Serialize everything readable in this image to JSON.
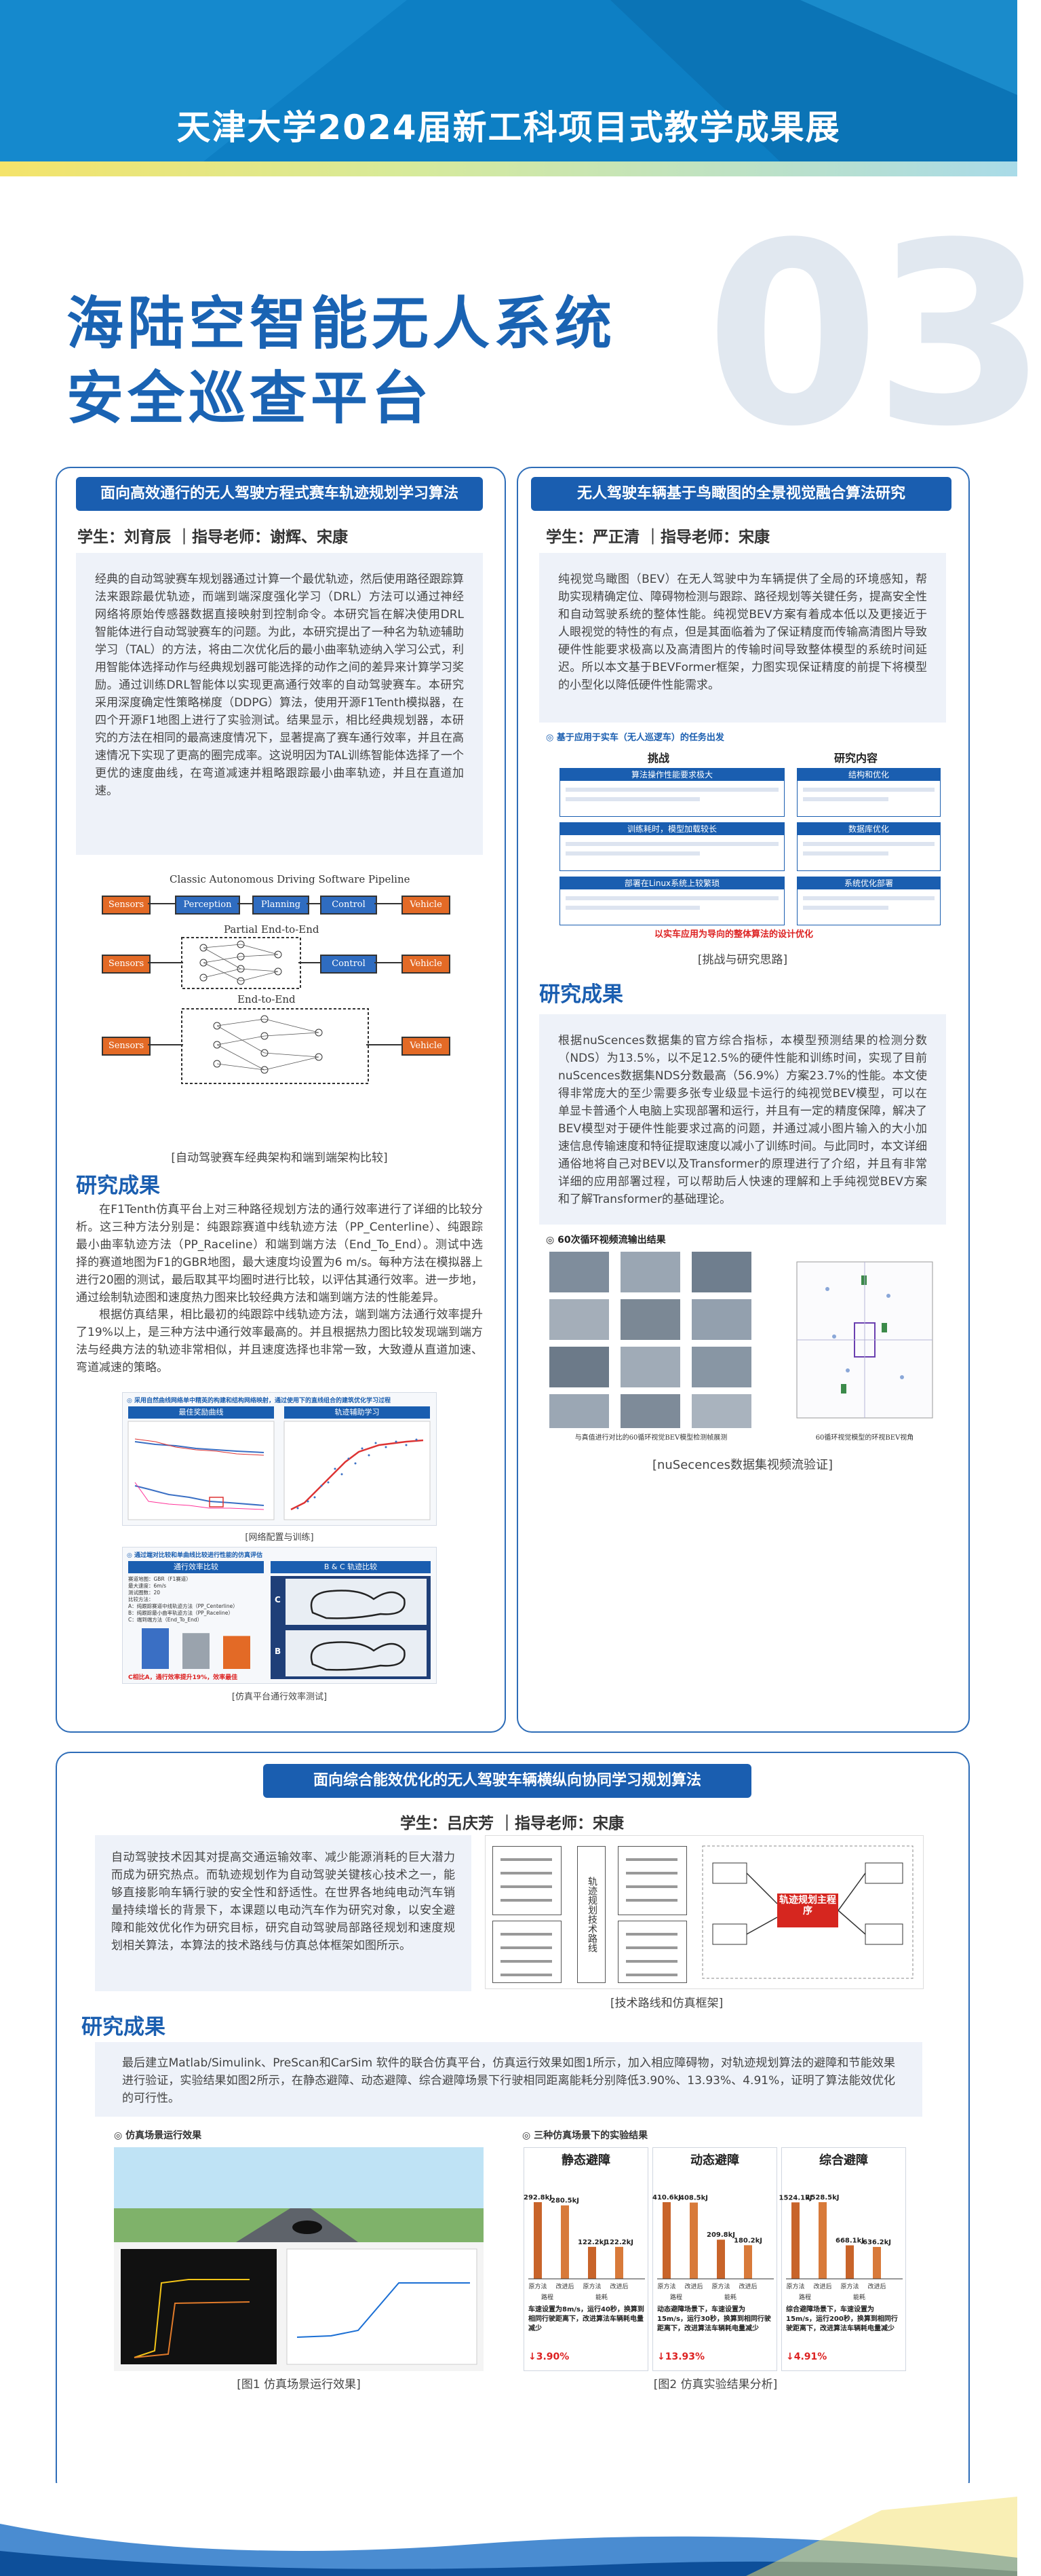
{
  "header": {
    "title": "天津大学2024届新工科项目式教学成果展"
  },
  "big_number": "03",
  "main_title": {
    "line1": "海陆空智能无人系统",
    "line2": "安全巡查平台"
  },
  "panel1": {
    "title": "面向高效通行的无人驾驶方程式赛车轨迹规划学习算法",
    "meta": "学生：刘育辰 ｜指导老师：谢辉、宋康",
    "intro": "经典的自动驾驶赛车规划器通过计算一个最优轨迹，然后使用路径跟踪算法来跟踪最优轨迹，而端到端深度强化学习（DRL）方法可以通过神经网络将原始传感器数据直接映射到控制命令。本研究旨在解决使用DRL智能体进行自动驾驶赛车的问题。为此，本研究提出了一种名为轨迹辅助学习（TAL）的方法，将由二次优化后的最小曲率轨迹纳入学习公式，利用智能体选择动作与经典规划器可能选择的动作之间的差异来计算学习奖励。通过训练DRL智能体以实现更高通行效率的自动驾驶赛车。本研究采用深度确定性策略梯度（DDPG）算法，使用开源F1Tenth模拟器，在四个开源F1地图上进行了实验测试。结果显示，相比经典规划器，本研究的方法在相同的最高速度情况下，显著提高了赛车通行效率，并且在高速情况下实现了更高的圈完成率。这说明因为TAL训练智能体选择了一个更优的速度曲线，在弯道减速并粗略跟踪最小曲率轨迹，并且在直道加速。",
    "fig1": {
      "row1_label": "Classic Autonomous Driving Software Pipeline",
      "row2_label": "Partial End-to-End",
      "row3_label": "End-to-End",
      "sensors": "Sensors",
      "perception": "Perception",
      "planning": "Planning",
      "control": "Control",
      "vehicle": "Vehicle",
      "caption": "[自动驾驶赛车经典架构和端到端架构比较]"
    },
    "section": "研究成果",
    "result1": "在F1Tenth仿真平台上对三种路径规划方法的通行效率进行了详细的比较分析。这三种方法分别是：纯跟踪赛道中线轨迹方法（PP_Centerline）、纯跟踪最小曲率轨迹方法（PP_Raceline）和端到端方法（End_To_End）。测试中选择的赛道地图为F1的GBR地图，最大速度均设置为6 m/s。每种方法在模拟器上进行20圈的测试，最后取其平均圈时进行比较，以评估其通行效率。进一步地，通过绘制轨迹图和速度热力图来比较经典方法和端到端方法的性能差异。",
    "result2": "根据仿真结果，相比最初的纯跟踪中线轨迹方法，端到端方法通行效率提升了19%以上，是三种方法中通行效率最高的。并且根据热力图比较发现端到端方法与经典方法的轨迹非常相似，并且速度选择也非常一致，大致遵从直道加速、弯道减速的策略。",
    "fig2_title": "◎ 采用自然曲线网络单中精英的构建和结构网络映射，通过使用下的直线组合的建筑优化学习过程",
    "fig2_left": "最佳奖励曲线",
    "fig2_right": "轨迹辅助学习",
    "fig2_caption": "[网络配置与训练]",
    "fig3_title": "◎ 通过端对比较和单曲线比较进行性能的仿真评估",
    "fig3_left": "通行效率比较",
    "fig3_right": "B & C 轨迹比较",
    "fig3_lines": [
      "赛道地图：GBR（F1赛道）",
      "最大速度：6m/s",
      "测试圈数：20",
      "比较方法：",
      "A：纯跟踪赛道中线轨迹方法（PP_Centerline）",
      "B：纯跟踪最小曲率轨迹方法（PP_Raceline）",
      "C：端到端方法（End_To_End）"
    ],
    "fig3_bar_values": [
      1.0,
      0.88,
      0.81
    ],
    "fig3_conclusion": "C相比A，通行效率提升19%，效率最佳",
    "fig3_caption": "[仿真平台通行效率测试]"
  },
  "panel2": {
    "title": "无人驾驶车辆基于鸟瞰图的全景视觉融合算法研究",
    "meta": "学生：严正清 ｜指导老师：宋康",
    "intro": "纯视觉鸟瞰图（BEV）在无人驾驶中为车辆提供了全局的环境感知，帮助实现精确定位、障碍物检测与跟踪、路径规划等关键任务，提高安全性和自动驾驶系统的整体性能。纯视觉BEV方案有着成本低以及更接近于人眼视觉的特性的有点，但是其面临着为了保证精度而传输高清图片导致硬件性能要求极高以及高清图片的传输时间导致整体模型的系统时间延迟。所以本文基于BEVFormer框架，力图实现保证精度的前提下将模型的小型化以降低硬件性能需求。",
    "fig_heading": "◎ 基于应用于实车（无人巡逻车）的任务出发",
    "fig_col1": "挑战",
    "fig_col2": "研究内容",
    "fig_rows": [
      {
        "left": "算法操作性能要求极大",
        "right": "结构和优化"
      },
      {
        "left": "训练耗时，模型加载较长",
        "right": "数据库优化"
      },
      {
        "left": "部署在Linux系统上较繁琐",
        "right": "系统优化部署"
      }
    ],
    "fig_footer": "以实车应用为导向的整体算法的设计优化",
    "fig_caption": "[挑战与研究思路]",
    "section": "研究成果",
    "result": "根据nuScences数据集的官方综合指标，本模型预测结果的检测分数（NDS）为13.5%，以不足12.5%的硬件性能和训练时间，实现了目前nuScences数据集NDS分数最高（56.9%）方案23.7%的性能。本文使得非常庞大的至少需要多张专业级显卡运行的纯视觉BEV模型，可以在单显卡普通个人电脑上实现部署和运行，并且有一定的精度保障，解决了BEV模型对于硬件性能要求过高的问题，并通过减小图片输入的大小加速信息传输速度和特征提取速度以减小了训练时间。与此同时，本文详细通俗地将自己对BEV以及Transformer的原理进行了介绍，并且有非常详细的应用部署过程，可以帮助后人快速的理解和上手纯视觉BEV方案和了解Transformer的基础理论。",
    "fig2_heading": "◎ 60次循环视频流输出结果",
    "fig2_left_label": "与真值进行对比的60循环视觉BEV模型检测帧展测",
    "fig2_right_label": "60循环视觉模型的环视BEV视角",
    "fig2_caption": "[nuSecences数据集视频流验证]"
  },
  "panel3": {
    "title": "面向综合能效优化的无人驾驶车辆横纵向协同学习规划算法",
    "meta": "学生：吕庆芳 ｜指导老师：宋康",
    "intro": "自动驾驶技术因其对提高交通运输效率、减少能源消耗的巨大潜力而成为研究热点。而轨迹规划作为自动驾驶关键核心技术之一，能够直接影响车辆行驶的安全性和舒适性。在世界各地纯电动汽车销量持续增长的背景下，本课题以电动汽车作为研究对象，以安全避障和能效优化作为研究目标，研究自动驾驶局部路径规划和速度规划相关算法，本算法的技术路线与仿真总体框架如图所示。",
    "route_caption": "[技术路线和仿真框架]",
    "route_center": "轨迹规划主程序",
    "route_mid": "轨迹规划技术路线",
    "section": "研究成果",
    "result": "最后建立Matlab/Simulink、PreScan和CarSim 软件的联合仿真平台，仿真运行效果如图1所示，加入相应障碍物，对轨迹规划算法的避障和节能效果进行验证，实验结果如图2所示，在静态避障、动态避障、综合避障场景下行驶相同距离能耗分别降低3.90%、13.93%、4.91%，证明了算法能效优化的可行性。",
    "fig1_heading": "◎ 仿真场景运行效果",
    "fig1_caption": "[图1 仿真场景运行效果]",
    "fig2_heading": "◎ 三种仿真场景下的实验结果",
    "fig2_caption": "[图2 仿真实验结果分析]",
    "chart_data": [
      {
        "type": "bar",
        "title": "静态避障",
        "categories": [
          "原方法",
          "改进后"
        ],
        "values": [
          292.8,
          280.5
        ],
        "extra_values": [
          122.2,
          122.2
        ],
        "x_labels": [
          "原方法",
          "改进后",
          "原方法",
          "改进后"
        ],
        "note": "车速设置为8m/s，运行40秒，换算到相同行驶距离下，改进算法车辆耗电量减少",
        "reduction": "3.90%"
      },
      {
        "type": "bar",
        "title": "动态避障",
        "categories": [
          "原方法",
          "改进后"
        ],
        "values": [
          410.6,
          408.5
        ],
        "extra_values": [
          209.8,
          180.2
        ],
        "x_labels": [
          "原方法",
          "改进后",
          "原方法",
          "改进后"
        ],
        "note": "动态避障场景下，车速设置为15m/s，运行30秒，换算到相同行驶距离下，改进算法车辆耗电量减少",
        "reduction": "13.93%"
      },
      {
        "type": "bar",
        "title": "综合避障",
        "categories": [
          "原方法",
          "改进后"
        ],
        "values": [
          1524.1,
          1528.5
        ],
        "extra_values": [
          668.1,
          636.2
        ],
        "x_labels": [
          "原方法",
          "改进后",
          "原方法",
          "改进后"
        ],
        "note": "综合避障场景下，车速设置为15m/s，运行200秒，换算到相同行驶距离下，改进算法车辆耗电量减少",
        "reduction": "4.91%"
      }
    ],
    "unit": "kJ",
    "row_labels": [
      "路程",
      "能耗"
    ]
  },
  "colors": {
    "primary": "#1a5eb0",
    "header": "#0d7fc4",
    "accent_orange": "#e36a26",
    "bar_orange": "#c8642a",
    "light_bg": "#eef2f9"
  }
}
